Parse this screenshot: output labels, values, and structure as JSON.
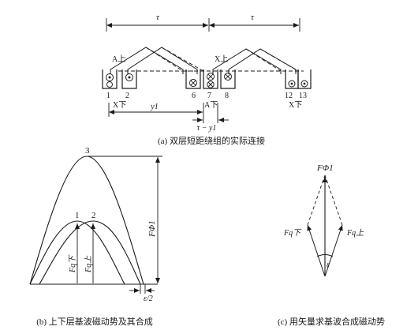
{
  "top": {
    "tau_left": "τ",
    "tau_right": "τ",
    "a_top": "A上",
    "x_top": "X上",
    "coil_1": "1",
    "coil_2": "2",
    "coil_6": "6",
    "coil_7": "7",
    "coil_8": "8",
    "coil_12": "12",
    "coil_13": "13",
    "x_bottom_left": "X下",
    "y1": "y1",
    "a_bottom": "A下",
    "tau_minus_y1": "τ − y1",
    "x_bottom_right": "X下",
    "caption": "(a) 双层短距绕组的实际连接"
  },
  "left": {
    "peak_3": "3",
    "peak_1": "1",
    "peak_2": "2",
    "f_phi1": "FΦ1",
    "f_q_bottom": "Fq下",
    "f_q_top": "Fq上",
    "eps_half": "ε/2",
    "caption": "(b) 上下层基波磁动势及其合成"
  },
  "right": {
    "f_phi1": "FΦ1",
    "f_q_bottom": "Fq下",
    "f_q_top": "Fq上",
    "eps": "ε",
    "caption": "(c) 用矢量求基波合成磁动势"
  }
}
